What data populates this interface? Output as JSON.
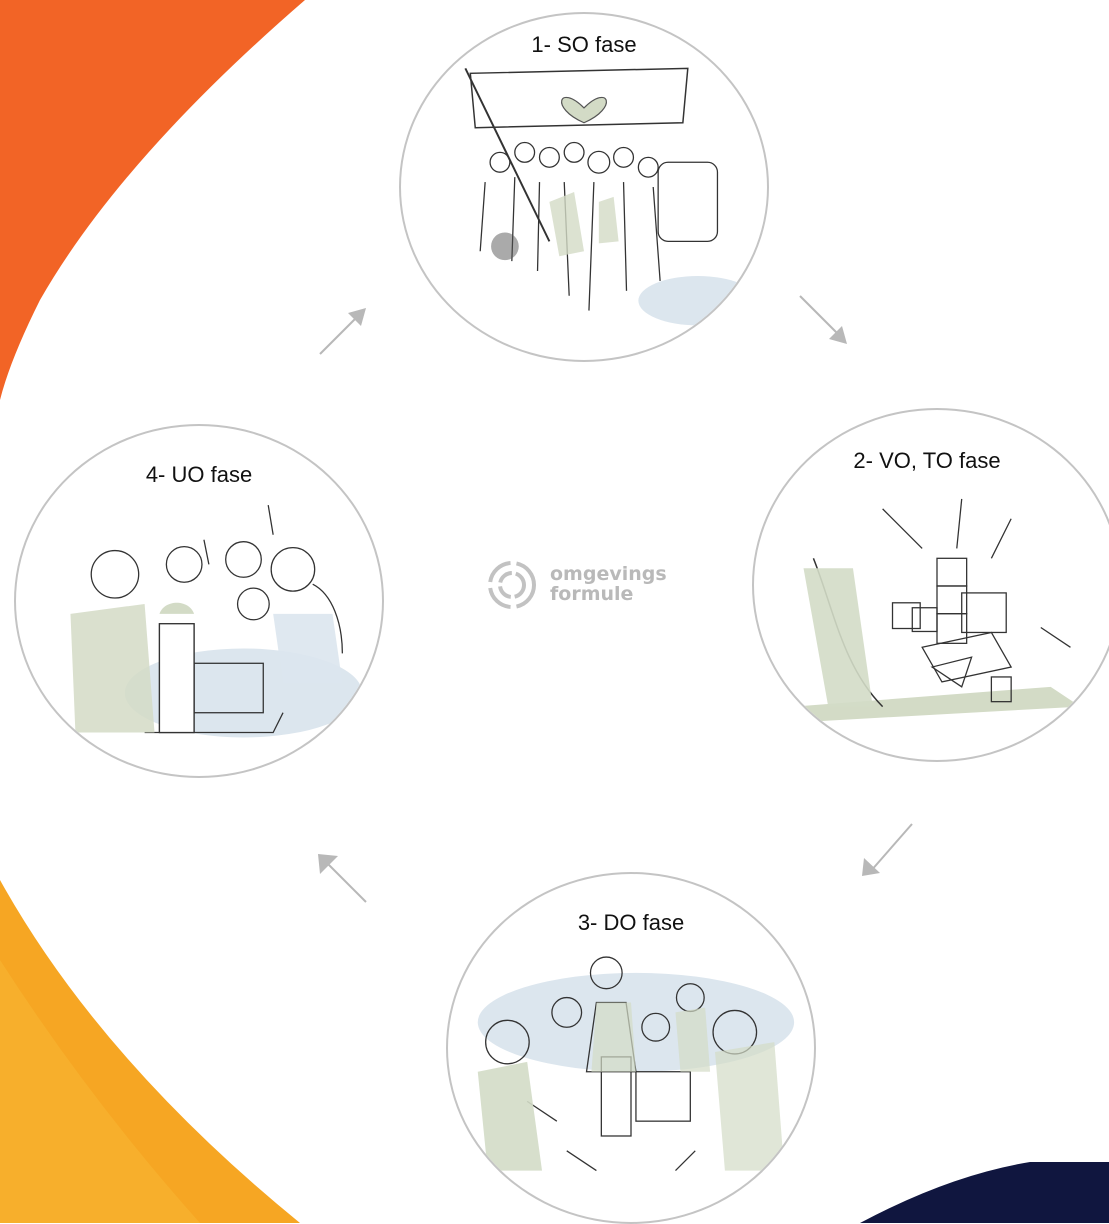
{
  "phases": [
    {
      "label": "1- SO fase",
      "icon": "crowd-with-heart-banner-illustration"
    },
    {
      "label": "2- VO, TO fase",
      "icon": "hands-building-blocks-illustration"
    },
    {
      "label": "3- DO fase",
      "icon": "people-around-model-illustration"
    },
    {
      "label": "4- UO fase",
      "icon": "people-thumbs-up-model-illustration"
    }
  ],
  "logo": {
    "line1": "omgevings",
    "line2": "formule",
    "icon": "circle-logo-icon"
  },
  "colors": {
    "orange": "#f26426",
    "yellow": "#f6a623",
    "navy": "#10163f",
    "outline": "#c4c4c4",
    "accent_green": "#d3dbc6",
    "accent_blue": "#dce6ee",
    "arrow": "#b8b8b8"
  }
}
